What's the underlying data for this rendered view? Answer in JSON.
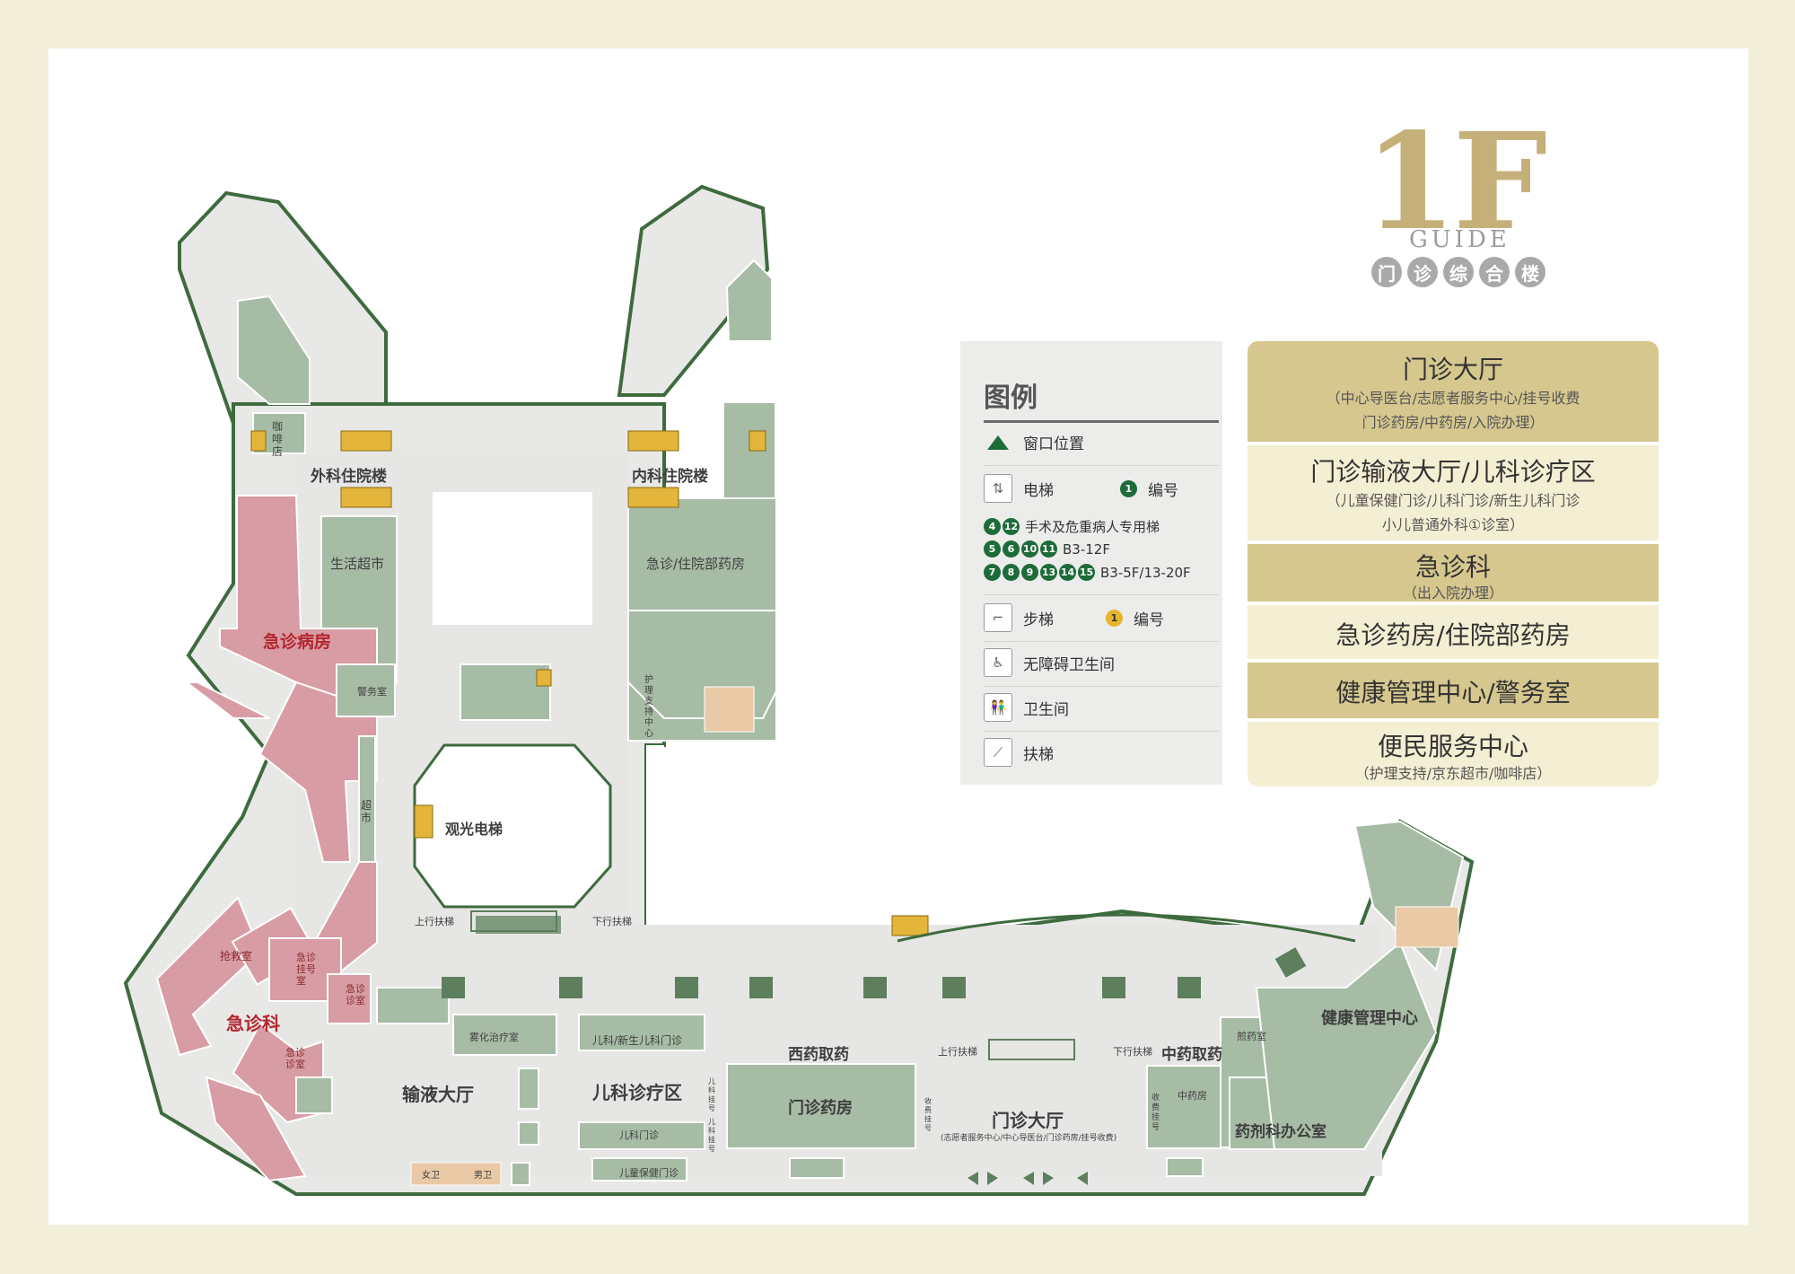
{
  "header": {
    "floor": "1F",
    "guide": "GUIDE",
    "building_chars": [
      "门",
      "诊",
      "综",
      "合",
      "楼"
    ]
  },
  "legend": {
    "title": "图例",
    "window_position": "窗口位置",
    "elevator": "电梯",
    "number_label": "编号",
    "elevator_groups": [
      {
        "nums": [
          "4",
          "12"
        ],
        "desc": "手术及危重病人专用梯"
      },
      {
        "nums": [
          "5",
          "6",
          "10",
          "11"
        ],
        "desc": "B3-12F"
      },
      {
        "nums": [
          "7",
          "8",
          "9",
          "13",
          "14",
          "15"
        ],
        "desc": "B3-5F/13-20F"
      }
    ],
    "stairs": "步梯",
    "stairs_number_label": "编号",
    "accessible_restroom": "无障碍卫生间",
    "restroom": "卫生间",
    "escalator": "扶梯",
    "example_elevator_number": "1",
    "example_stairs_number": "1"
  },
  "directory": [
    {
      "title": "门诊大厅",
      "sub": [
        "（中心导医台/志愿者服务中心/挂号收费",
        "门诊药房/中药房/入院办理）"
      ],
      "style": "gold"
    },
    {
      "title": "门诊输液大厅/儿科诊疗区",
      "sub": [
        "（儿童保健门诊/儿科门诊/新生儿科门诊",
        "小儿普通外科①诊室）"
      ],
      "style": "cream"
    },
    {
      "title": "急诊科",
      "sub": [
        "（出入院办理）"
      ],
      "style": "gold"
    },
    {
      "title": "急诊药房/住院部药房",
      "sub": [],
      "style": "cream"
    },
    {
      "title": "健康管理中心/警务室",
      "sub": [],
      "style": "gold"
    },
    {
      "title": "便民服务中心",
      "sub": [
        "（护理支持/京东超市/咖啡店）"
      ],
      "style": "cream"
    }
  ],
  "map": {
    "surgical_building": "外科住院楼",
    "internal_building": "内科住院楼",
    "cafe": "咖啡店",
    "supermarket_life": "生活超市",
    "emergency_ward": "急诊病房",
    "police": "警务室",
    "emergency_pharmacy": "急诊/住院部药房",
    "nursing_support": "护理支持中心",
    "supermarket": "超市",
    "sightseeing_elevator": "观光电梯",
    "up_escalator": "上行扶梯",
    "down_escalator": "下行扶梯",
    "rescue_room": "抢救室",
    "emergency_registration": "急诊挂号室",
    "emergency_room_a": "急诊诊室",
    "emergency_room_b": "急诊诊室",
    "emergency_dept": "急诊科",
    "nebulization": "雾化治疗室",
    "neonatal_clinic": "儿科/新生儿科门诊",
    "infusion_hall": "输液大厅",
    "pediatric_area": "儿科诊疗区",
    "pediatric_clinic": "儿科门诊",
    "child_health": "儿童保健门诊",
    "western_pharmacy": "西药取药",
    "outpatient_pharmacy": "门诊药房",
    "outpatient_hall": "门诊大厅",
    "outpatient_hall_sub": "(志愿者服务中心/中心导医台/门诊药房/挂号收费)",
    "chinese_pharmacy": "中药取药",
    "chinese_pharmacy_room": "中药房",
    "fee_registration": "收费挂号",
    "decoction_room": "煎药室",
    "health_center": "健康管理中心",
    "pharmacy_office": "药剂科办公室",
    "female_wc": "女卫",
    "male_wc": "男卫",
    "ped_reg_a": "儿科挂号",
    "ped_reg_b": "儿科挂号",
    "fee_reg_small": "收费挂号"
  },
  "colors": {
    "sage": "#A7BCA5",
    "red_zone": "#D89CA4",
    "corridor": "#E6E6E4",
    "gold": "#D6C78F",
    "cream": "#F4EED3",
    "wall": "#3E6B3E"
  }
}
